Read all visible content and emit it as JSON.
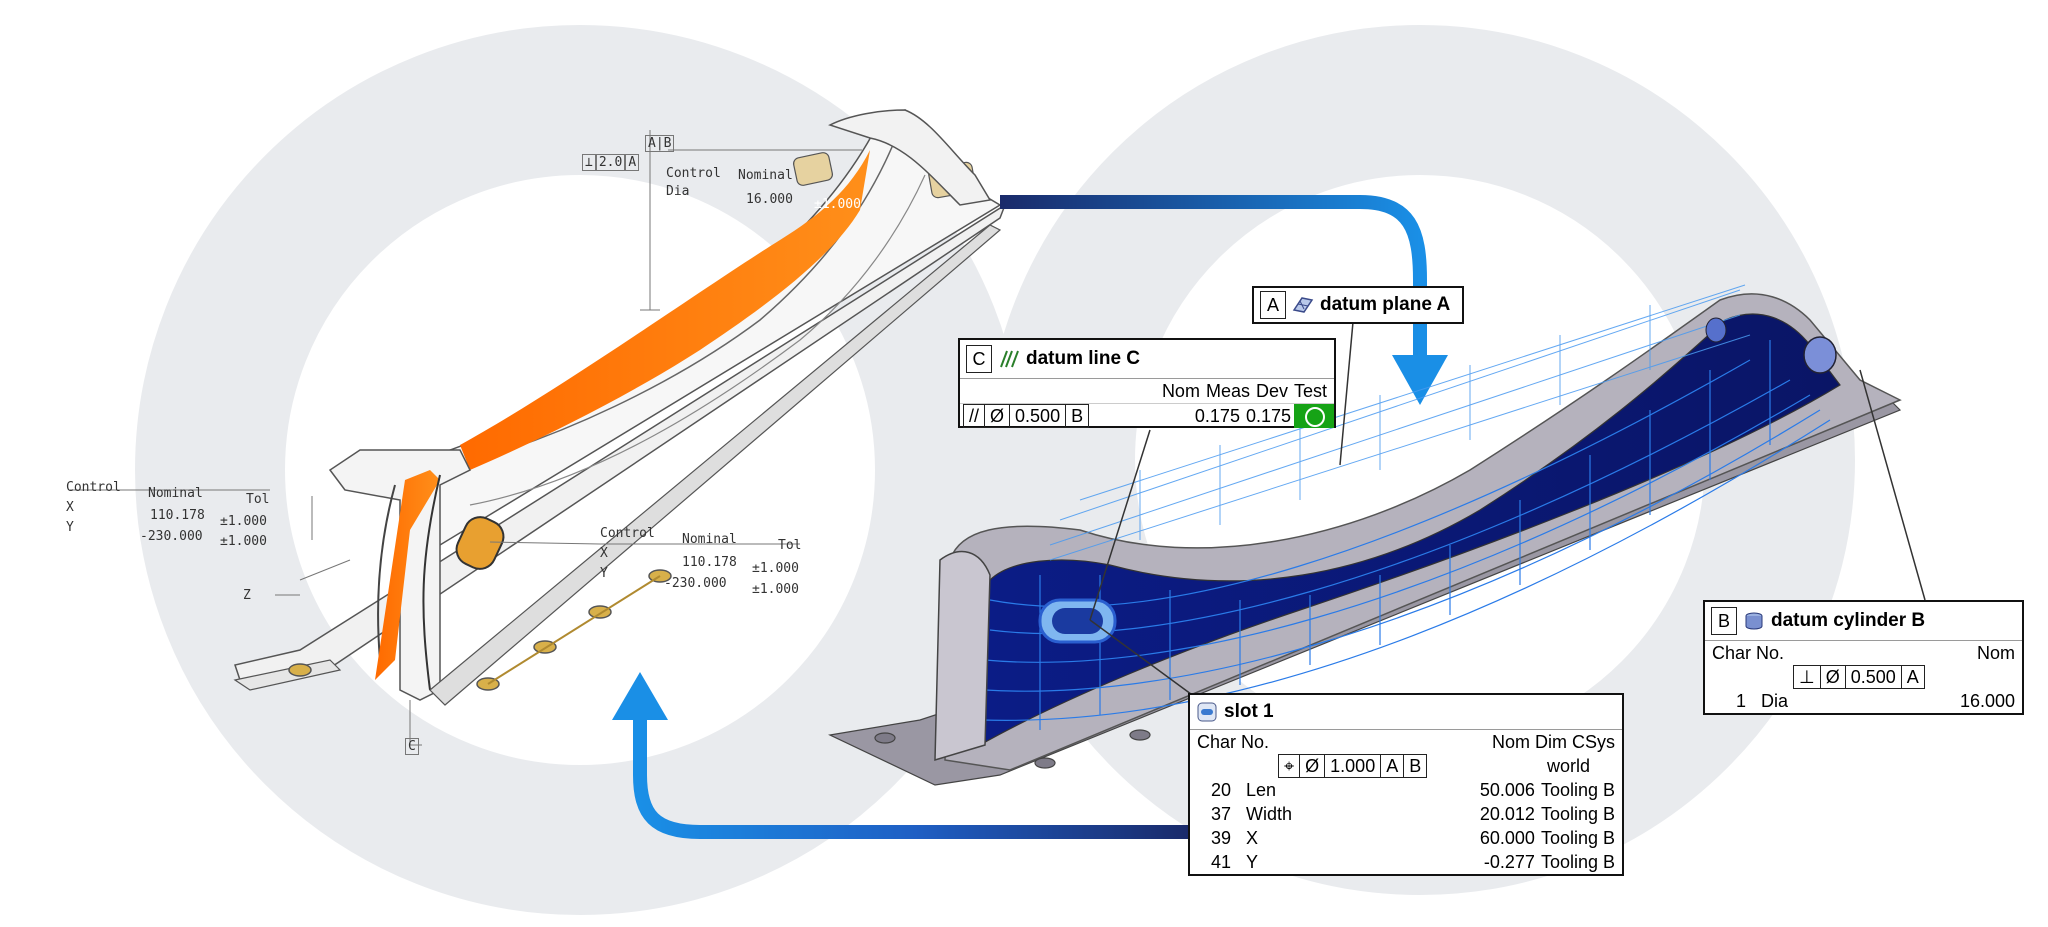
{
  "left_model": {
    "top_fcf": {
      "symbol": "⊥",
      "value": "2.0",
      "ref": "A"
    },
    "top_datum_ref": "A|B",
    "top_table": {
      "h_control": "Control",
      "h_nominal": "Nominal",
      "r1_label": "Dia",
      "r1_nominal": "16.000",
      "r1_tol": "±1.000"
    },
    "left_table": {
      "h_control": "Control",
      "h_nominal": "Nominal",
      "h_tol": "Tol",
      "rows": [
        {
          "label": "X",
          "nominal": "110.178",
          "tol": "±1.000"
        },
        {
          "label": "Y",
          "nominal": "-230.000",
          "tol": "±1.000"
        }
      ]
    },
    "mid_table": {
      "h_control": "Control",
      "h_nominal": "Nominal",
      "h_tol": "Tol",
      "rows": [
        {
          "label": "X",
          "nominal": "110.178",
          "tol": "±1.000"
        },
        {
          "label": "Y",
          "nominal": "-230.000",
          "tol": "±1.000"
        }
      ]
    },
    "axis_z": "Z",
    "datum_c_tag": "C"
  },
  "datum_line_c": {
    "letter": "C",
    "title": "datum line C",
    "headers": {
      "nom": "Nom",
      "meas": "Meas",
      "dev": "Dev",
      "test": "Test"
    },
    "fcf": {
      "symbol": "//",
      "dia": "Ø",
      "value": "0.500",
      "ref": "B"
    },
    "meas": "0.175",
    "dev": "0.175",
    "test_state": "pass",
    "test_color": "#16a316"
  },
  "datum_plane_a": {
    "letter": "A",
    "title": "datum plane A"
  },
  "datum_cylinder_b": {
    "letter": "B",
    "title": "datum cylinder B",
    "headers": {
      "char_no": "Char No.",
      "nom": "Nom"
    },
    "fcf": {
      "symbol": "⊥",
      "dia": "Ø",
      "value": "0.500",
      "ref": "A"
    },
    "rows": [
      {
        "no": "1",
        "name": "Dia",
        "nom": "16.000"
      }
    ]
  },
  "slot_1": {
    "title": "slot 1",
    "headers": {
      "char_no": "Char No.",
      "nom_dim_csys": "Nom Dim CSys"
    },
    "fcf": {
      "symbol": "⌖",
      "dia": "Ø",
      "value": "1.000",
      "ref1": "A",
      "ref2": "B"
    },
    "csys_world": "world",
    "rows": [
      {
        "no": "20",
        "name": "Len",
        "nom": "50.006",
        "csys": "Tooling B"
      },
      {
        "no": "37",
        "name": "Width",
        "nom": "20.012",
        "csys": "Tooling B"
      },
      {
        "no": "39",
        "name": "X",
        "nom": "60.000",
        "csys": "Tooling B"
      },
      {
        "no": "41",
        "name": "Y",
        "nom": "-0.277",
        "csys": "Tooling B"
      }
    ]
  },
  "colors": {
    "accent_orange": "#ff7a00",
    "mesh_blue": "#0a1a7a",
    "arrow_blue": "#1a8fe6",
    "arrow_dark": "#1a2a6a",
    "logo_gray": "#e9ebee"
  },
  "icons": {
    "datum_line": "datum-line-icon",
    "datum_plane": "datum-plane-icon",
    "datum_cylinder": "datum-cylinder-icon",
    "slot": "slot-icon"
  }
}
